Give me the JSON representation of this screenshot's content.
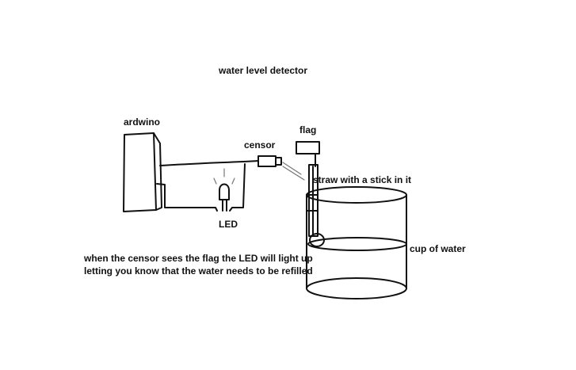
{
  "title": "water level detector",
  "labels": {
    "ardwino": "ardwino",
    "flag": "flag",
    "censor": "censor",
    "straw": "straw with a stick in it",
    "led": "LED",
    "cup": "cup of water"
  },
  "note": "when the censor sees the flag the LED will light up letting you know that the water needs to be refilled",
  "parts": [
    "arduino-board",
    "wiring",
    "led",
    "light-rays",
    "censor",
    "flag",
    "straw",
    "float-ball",
    "cup",
    "water-line"
  ]
}
